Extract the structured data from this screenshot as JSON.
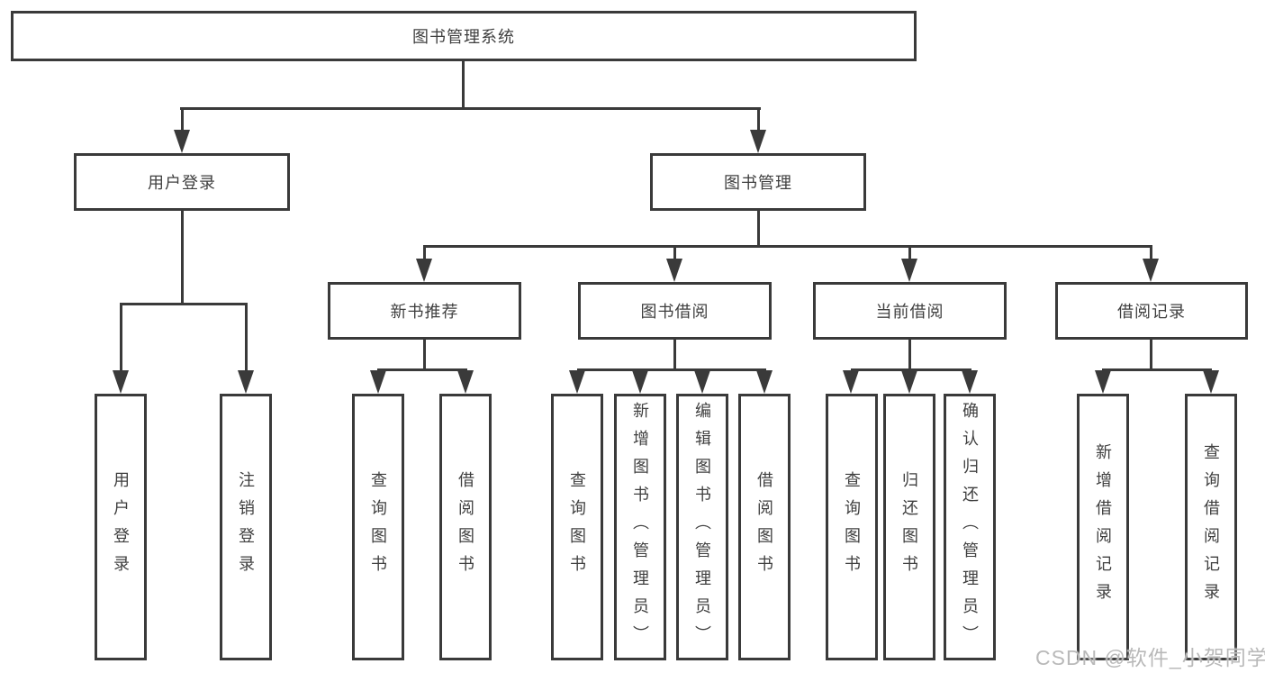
{
  "diagram": {
    "watermark": "CSDN @软件_小贺同学",
    "colors": {
      "line": "#3a3a3a",
      "text": "#3f3f3f",
      "background": "#ffffff",
      "watermark": "#b9b9b9"
    },
    "nodes": {
      "root": {
        "label": "图书管理系统"
      },
      "user_login": {
        "label": "用户登录"
      },
      "book_management": {
        "label": "图书管理"
      },
      "new_book_recommend": {
        "label": "新书推荐"
      },
      "book_borrow": {
        "label": "图书借阅"
      },
      "current_borrow": {
        "label": "当前借阅"
      },
      "borrow_records": {
        "label": "借阅记录"
      },
      "leaf_user_login": {
        "label": "用户登录"
      },
      "leaf_logout": {
        "label": "注销登录"
      },
      "leaf_nb_query_books": {
        "label": "查询图书"
      },
      "leaf_nb_borrow_books": {
        "label": "借阅图书"
      },
      "leaf_bb_query_books": {
        "label": "查询图书"
      },
      "leaf_bb_add_books_admin": {
        "label": "新增图书（管理员）"
      },
      "leaf_bb_edit_books_admin": {
        "label": "编辑图书（管理员）"
      },
      "leaf_bb_borrow_books": {
        "label": "借阅图书"
      },
      "leaf_cb_query_books": {
        "label": "查询图书"
      },
      "leaf_cb_return_books": {
        "label": "归还图书"
      },
      "leaf_cb_confirm_return_admin": {
        "label": "确认归还（管理员）"
      },
      "leaf_br_add_record": {
        "label": "新增借阅记录"
      },
      "leaf_br_query_record": {
        "label": "查询借阅记录"
      }
    }
  }
}
